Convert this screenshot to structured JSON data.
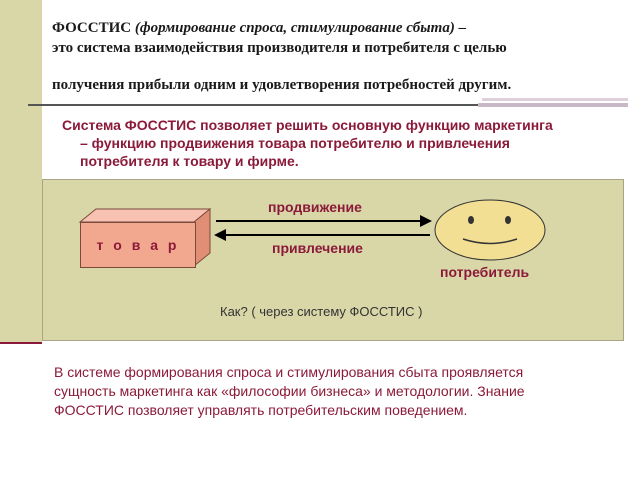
{
  "title": {
    "term": "ФОССТИС",
    "term_expansion": "(формирование спроса, стимулирование сбыта) –",
    "line2": "это система взаимодействия производителя и потребителя с целью",
    "line3": "получения прибыли одним и удовлетворения  потребностей другим."
  },
  "subtitle": {
    "line1": "Система ФОССТИС позволяет решить основную функцию маркетинга",
    "line2": "– функцию продвижения товара потребителю и привлечения",
    "line3": "потребителя к товару и фирме."
  },
  "diagram": {
    "product_label": "т о в а р",
    "promotion_label": "продвижение",
    "attraction_label": "привлечение",
    "consumer_label": "потребитель",
    "question": "Как? ( через систему ФОССТИС )"
  },
  "conclusion": {
    "line1": "В системе формирования спроса и стимулирования сбыта проявляется",
    "line2": "сущность маркетинга как «философии бизнеса» и методологии. Знание",
    "line3": "ФОССТИС позволяет управлять потребительским поведением."
  },
  "colors": {
    "accent": "#8b1a3a",
    "panel": "#d9d7a8",
    "box": "#f2a78f",
    "face": "#f2df93"
  },
  "icons": [
    "smiley-face-icon",
    "right-arrow-icon",
    "left-arrow-icon",
    "3d-box-icon"
  ]
}
